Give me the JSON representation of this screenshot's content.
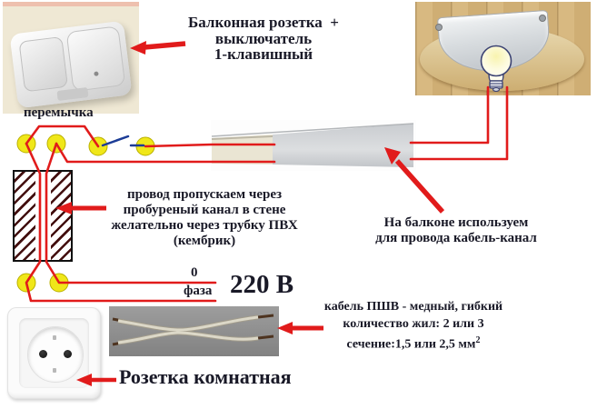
{
  "title": {
    "line1": "Балконная розетка  +",
    "line2": "выключатель",
    "line3": "1-клавишный"
  },
  "jumper_label": "перемычка",
  "wall_note": {
    "line1": "провод пропускаем через",
    "line2": "пробуреный канал в стене",
    "line3": "желательно через трубку ПВХ",
    "line4": "(кембрик)"
  },
  "balcony_note": {
    "line1": "На балконе используем",
    "line2": "для провода кабель-канал"
  },
  "power": {
    "zero": "0",
    "phase": "фаза",
    "voltage": "220 В"
  },
  "cable_note": {
    "line1": "кабель ПШВ - медный, гибкий",
    "line2": "количество жил: 2 или 3",
    "line3": "сечение:1,5 или 2,5 мм",
    "line3_sup": "2"
  },
  "room_socket_label": "Розетка комнатная",
  "colors": {
    "wire_red": "#e11b1b",
    "switch_blue": "#1c3c96",
    "terminal_yellow": "#f0e719",
    "hatch_maroon": "#420e0e",
    "text_dark": "#191927"
  }
}
